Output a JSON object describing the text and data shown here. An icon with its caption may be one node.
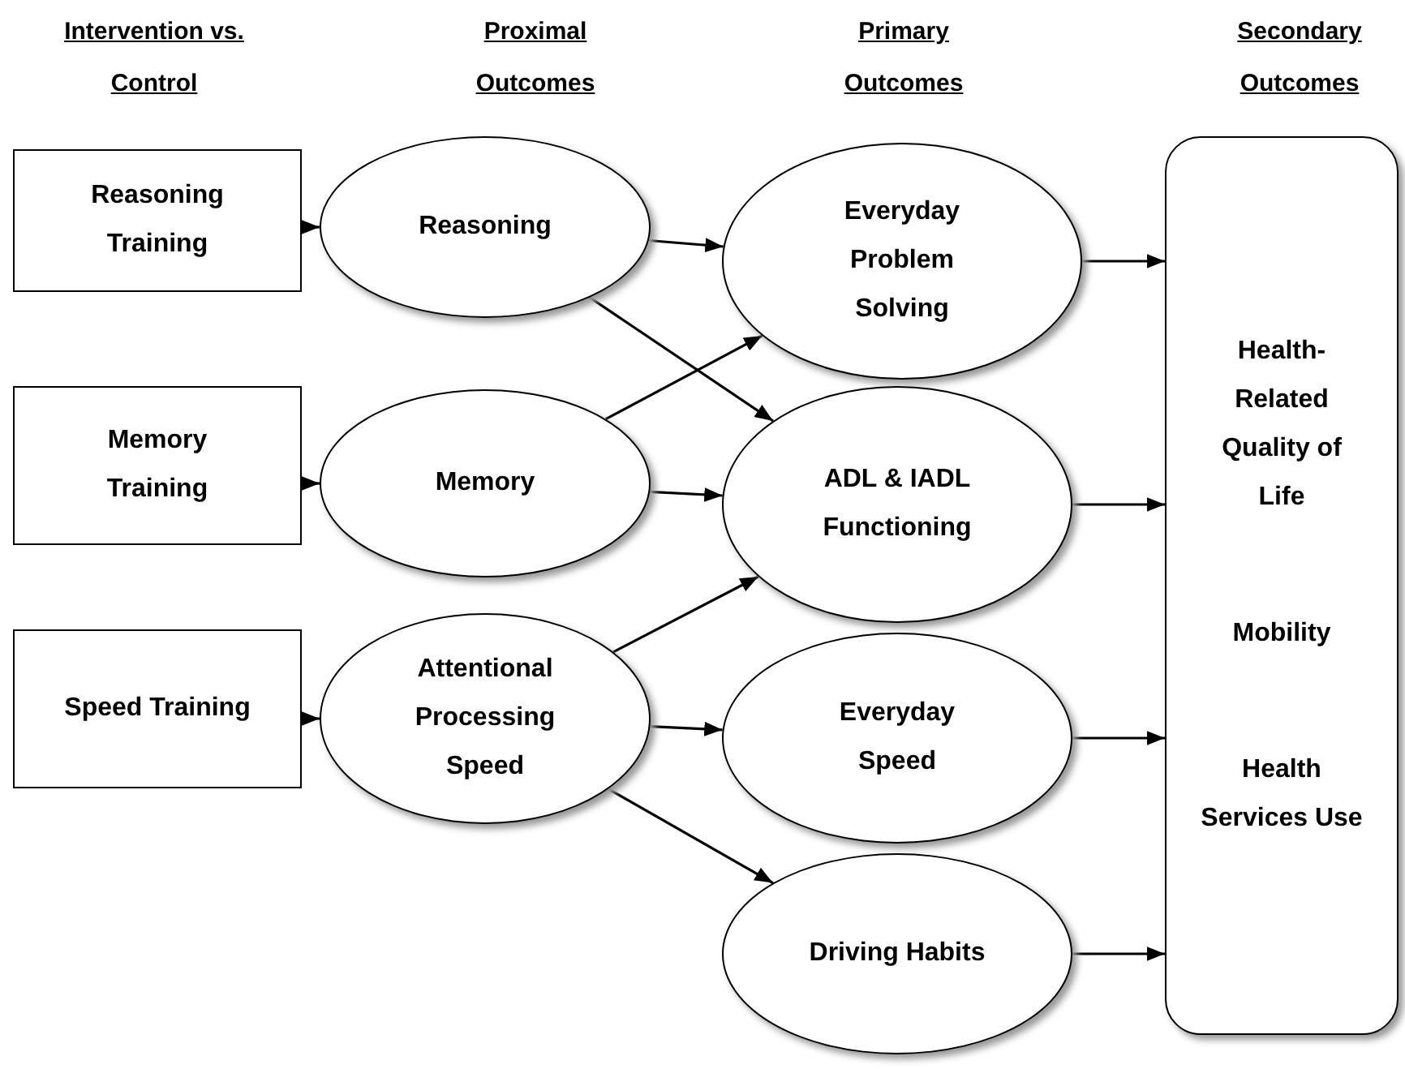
{
  "diagram": {
    "nodes": [
      {
        "text": [
          "Reasoning Training"
        ]
      },
      {
        "text": [
          "Reasoning"
        ]
      },
      {
        "text": [
          "Everyday Problem Solving"
        ]
      },
      {
        "text": [
          "Memory Training"
        ]
      },
      {
        "text": [
          "Memory"
        ]
      },
      {
        "text": [
          "ADL & IADL Functioning"
        ]
      },
      {
        "text": [
          "Speed Training"
        ]
      },
      {
        "text": [
          "Attentional Processing Speed"
        ]
      },
      {
        "text": [
          "Everyday Speed"
        ]
      },
      {
        "text": [
          "Driving Habits"
        ]
      },
      {
        "text": [
          "Health-Related Quality of Life",
          "Mobility",
          "Health Services Use"
        ]
      }
    ],
    "edges": [
      {
        "from": 0,
        "to": 1,
        "arrow": "to"
      },
      {
        "from": 1,
        "to": 2,
        "arrow": "to"
      },
      {
        "from": 1,
        "to": 5,
        "arrow": "to"
      },
      {
        "from": 3,
        "to": 4,
        "arrow": "to"
      },
      {
        "from": 4,
        "to": 2,
        "arrow": "to"
      },
      {
        "from": 4,
        "to": 5,
        "arrow": "to"
      },
      {
        "from": 6,
        "to": 7,
        "arrow": "to"
      },
      {
        "from": 7,
        "to": 5,
        "arrow": "to"
      },
      {
        "from": 7,
        "to": 8,
        "arrow": "to"
      },
      {
        "from": 7,
        "to": 9,
        "arrow": "to"
      },
      {
        "from": 2,
        "to": 10,
        "arrow": "to"
      },
      {
        "from": 5,
        "to": 10,
        "arrow": "to"
      },
      {
        "from": 8,
        "to": 10,
        "arrow": "to"
      },
      {
        "from": 9,
        "to": 10,
        "arrow": "to"
      }
    ],
    "labels": [
      "Intervention vs. Control",
      "Proximal Outcomes",
      "Primary Outcomes",
      "Secondary Outcomes"
    ]
  }
}
